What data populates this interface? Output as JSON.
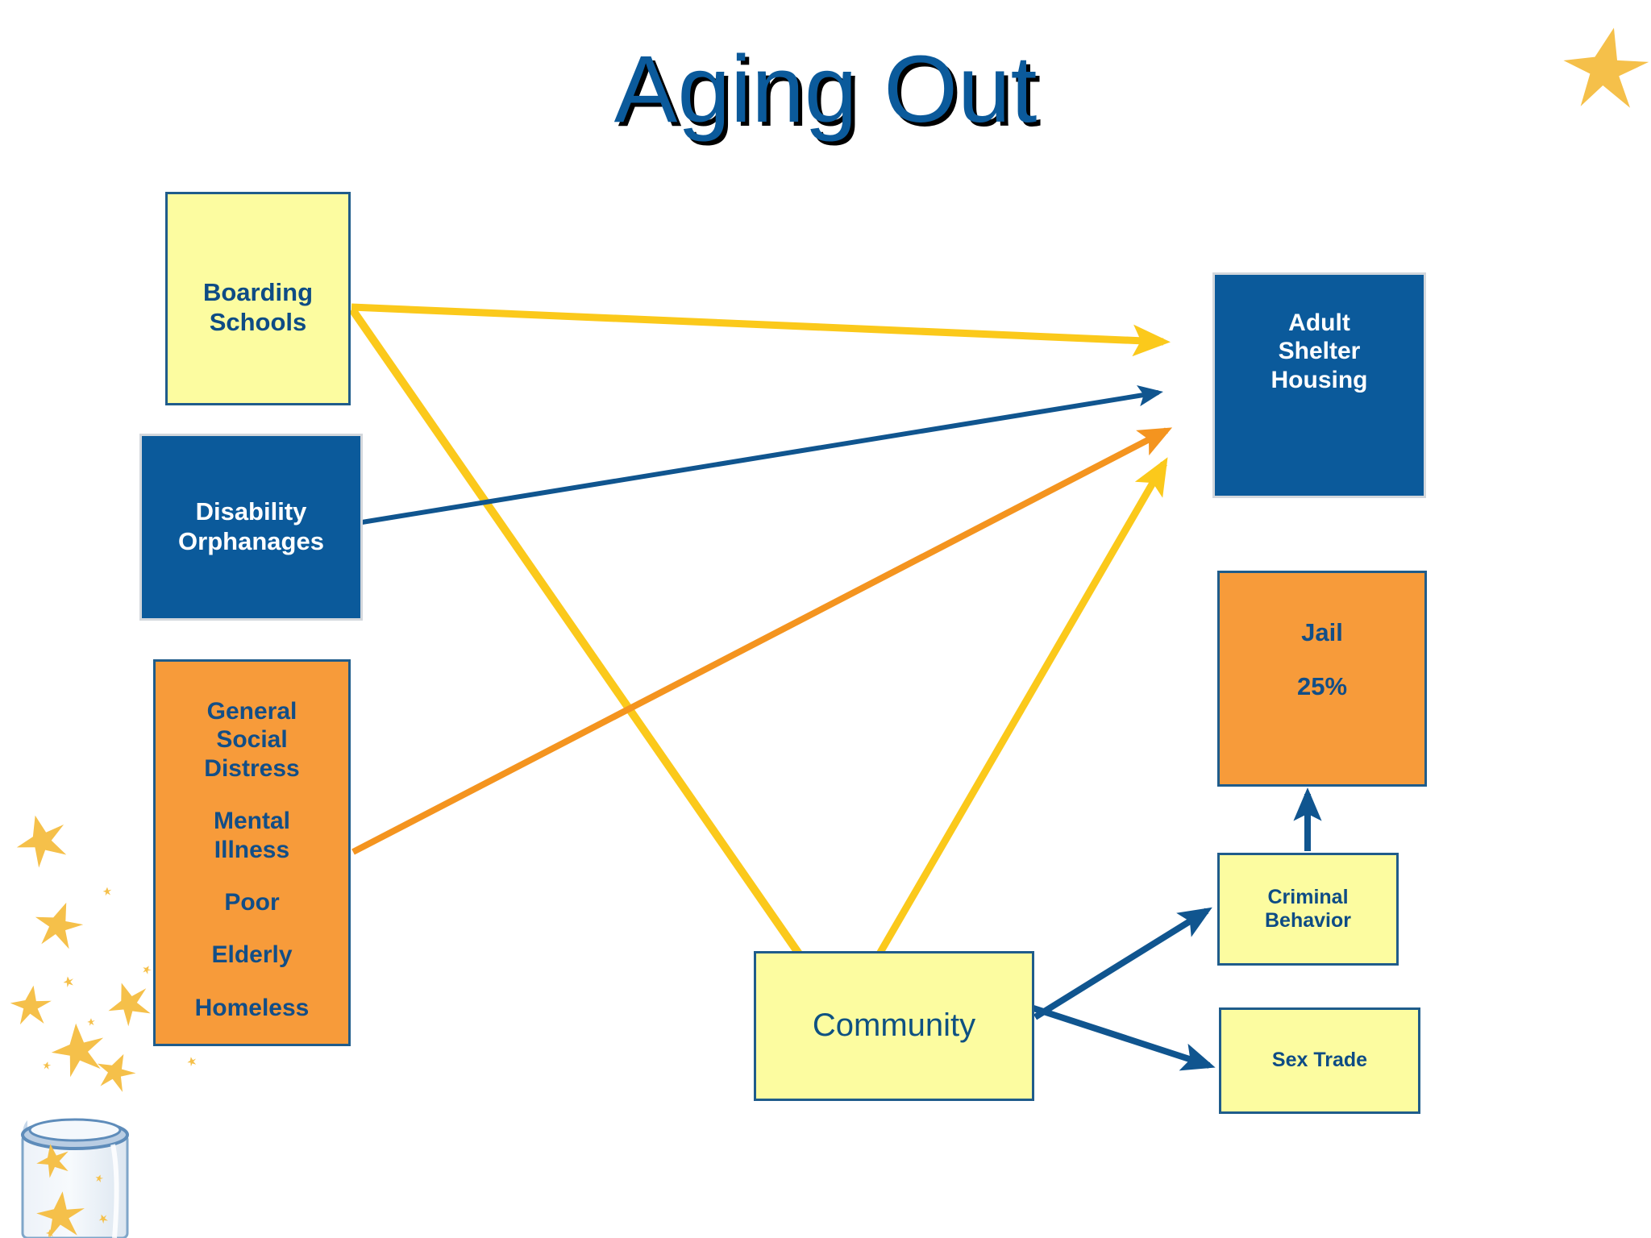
{
  "slide": {
    "title": "Aging Out",
    "background": "#FFFFFF"
  },
  "colors": {
    "title_text": "#0B5A9B",
    "title_shadow": "#000000",
    "dark_blue": "#0B5A9B",
    "border_blue": "#1F5C8B",
    "yellow_fill": "#FCFCA0",
    "orange_fill": "#F79B3A",
    "arrow_yellow": "#FBC91B",
    "arrow_orange": "#F4941F",
    "arrow_blue": "#10558F",
    "star_gold": "#F5C04A"
  },
  "nodes": {
    "boarding_schools": {
      "line1": "Boarding",
      "line2": "Schools",
      "style": "yellow"
    },
    "disability_orphanages": {
      "line1": "Disability",
      "line2": "Orphanages",
      "style": "blue"
    },
    "general_distress": {
      "group1_line1": "General",
      "group1_line2": "Social",
      "group1_line3": "Distress",
      "group2_line1": "Mental",
      "group2_line2": "Illness",
      "group3": "Poor",
      "group4": "Elderly",
      "group5": "Homeless",
      "style": "orange"
    },
    "adult_shelter": {
      "line1": "Adult",
      "line2": "Shelter",
      "line3": "Housing",
      "style": "blue"
    },
    "jail": {
      "label": "Jail",
      "percent": "25%",
      "style": "orange"
    },
    "criminal_behavior": {
      "line1": "Criminal",
      "line2": "Behavior",
      "style": "yellow"
    },
    "sex_trade": {
      "label": "Sex Trade",
      "style": "yellow"
    },
    "community": {
      "label": "Community",
      "style": "yellow"
    }
  },
  "arrows": [
    {
      "name": "boarding-schools-to-adult-shelter",
      "from": "boarding_schools",
      "to": "adult_shelter",
      "color": "#FBC91B"
    },
    {
      "name": "boarding-schools-to-community",
      "from": "boarding_schools",
      "to": "community",
      "color": "#FBC91B"
    },
    {
      "name": "disability-orphanages-to-adult-shelter",
      "from": "disability_orphanages",
      "to": "adult_shelter",
      "color": "#10558F"
    },
    {
      "name": "general-distress-to-adult-shelter",
      "from": "general_distress",
      "to": "adult_shelter",
      "color": "#F4941F"
    },
    {
      "name": "community-to-adult-shelter",
      "from": "community",
      "to": "adult_shelter",
      "color": "#FBC91B"
    },
    {
      "name": "community-to-criminal-behavior",
      "from": "community",
      "to": "criminal_behavior",
      "color": "#10558F"
    },
    {
      "name": "community-to-sex-trade",
      "from": "community",
      "to": "sex_trade",
      "color": "#10558F"
    },
    {
      "name": "criminal-behavior-to-jail",
      "from": "criminal_behavior",
      "to": "jail",
      "color": "#10558F"
    }
  ],
  "decorations": {
    "star_jar": "star-jar-clipart",
    "corner_star": "star-icon"
  }
}
